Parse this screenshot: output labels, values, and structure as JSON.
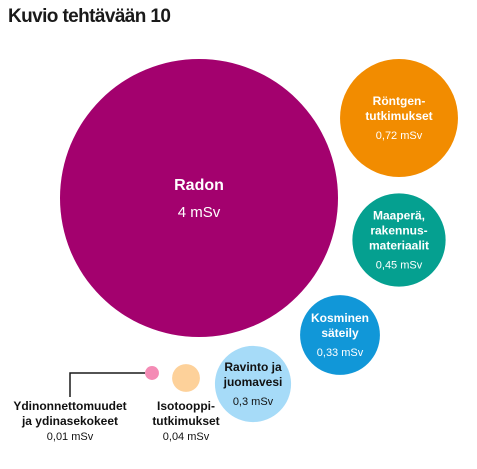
{
  "title": "Kuvio tehtävään 10",
  "chart_data": {
    "type": "bubble",
    "unit": "mSv",
    "bubbles": [
      {
        "key": "radon",
        "name_lines": [
          "Radon"
        ],
        "value": 4,
        "value_label": "4 mSv",
        "color": "#a3016e",
        "text_color": "#ffffff",
        "label_position": "inside"
      },
      {
        "key": "rontgen",
        "name_lines": [
          "Röntgen-",
          "tutkimukset"
        ],
        "value": 0.72,
        "value_label": "0,72 mSv",
        "color": "#f28c00",
        "text_color": "#ffffff",
        "label_position": "inside"
      },
      {
        "key": "maapera",
        "name_lines": [
          "Maaperä,",
          "rakennus-",
          "materiaalit"
        ],
        "value": 0.45,
        "value_label": "0,45 mSv",
        "color": "#05a090",
        "text_color": "#ffffff",
        "label_position": "inside"
      },
      {
        "key": "kosminen",
        "name_lines": [
          "Kosminen",
          "säteily"
        ],
        "value": 0.33,
        "value_label": "0,33 mSv",
        "color": "#1197d8",
        "text_color": "#ffffff",
        "label_position": "inside"
      },
      {
        "key": "ravinto",
        "name_lines": [
          "Ravinto ja",
          "juomavesi"
        ],
        "value": 0.3,
        "value_label": "0,3 mSv",
        "color": "#a6dbf8",
        "text_color": "#111111",
        "label_position": "inside"
      },
      {
        "key": "isotooppi",
        "name_lines": [
          "Isotooppi-",
          "tutkimukset"
        ],
        "value": 0.04,
        "value_label": "0,04 mSv",
        "color": "#fdd19a",
        "text_color": "#111111",
        "label_position": "below"
      },
      {
        "key": "ydinonnettomuudet",
        "name_lines": [
          "Ydinonnettomuudet",
          "ja ydinasekokeet"
        ],
        "value": 0.01,
        "value_label": "0,01 mSv",
        "color": "#f48bb5",
        "text_color": "#111111",
        "label_position": "leader"
      }
    ]
  }
}
